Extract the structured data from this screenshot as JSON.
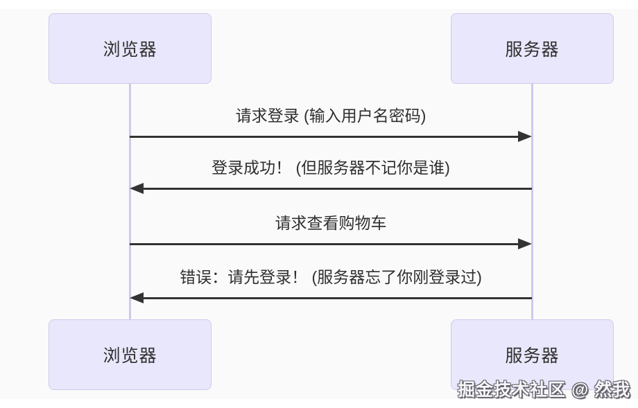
{
  "diagram": {
    "type": "sequence",
    "actors": {
      "left": "浏览器",
      "right": "服务器"
    },
    "messages": [
      {
        "from": "浏览器",
        "to": "服务器",
        "direction": "right",
        "text": "请求登录 (输入用户名密码)"
      },
      {
        "from": "服务器",
        "to": "浏览器",
        "direction": "left",
        "text": "登录成功！ (但服务器不记你是谁)"
      },
      {
        "from": "浏览器",
        "to": "服务器",
        "direction": "right",
        "text": "请求查看购物车"
      },
      {
        "from": "服务器",
        "to": "浏览器",
        "direction": "left",
        "text": "错误：请先登录！ (服务器忘了你刚登录过)"
      }
    ],
    "watermark": "掘金技术社区 @ 然我",
    "colors": {
      "actor_fill": "#e9e7fb",
      "actor_border": "#cfc9ec",
      "lifeline": "#cfc9ec",
      "arrow": "#333333",
      "text": "#2f2f2f",
      "watermark_fill": "#f7f6fb",
      "watermark_outline": "#5f5f66"
    }
  }
}
